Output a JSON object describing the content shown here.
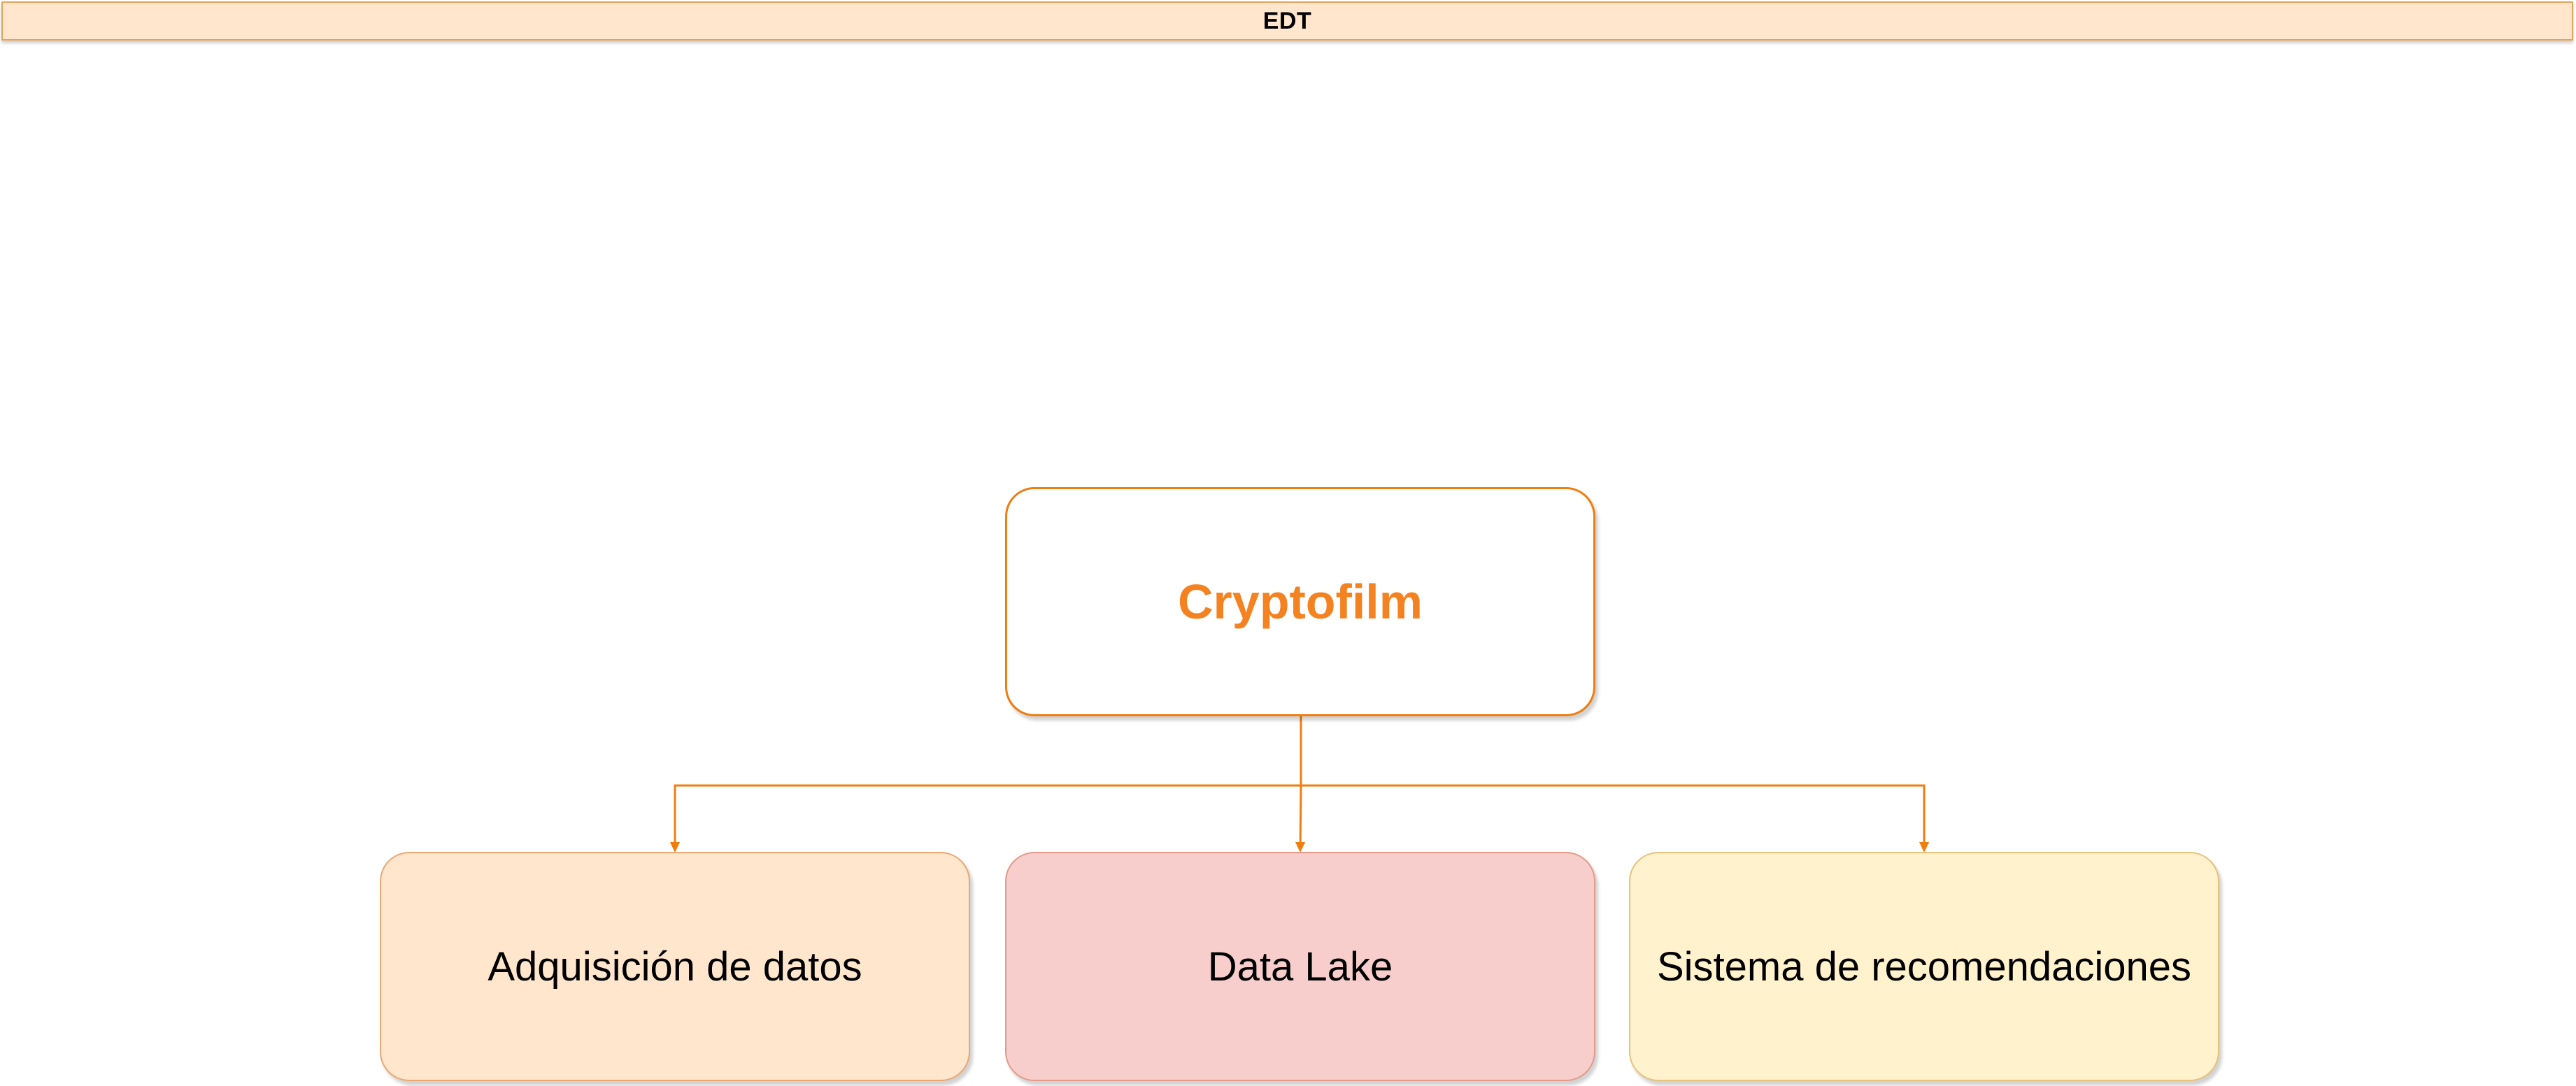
{
  "header": {
    "title": "EDT"
  },
  "diagram": {
    "root": {
      "label": "Cryptofilm"
    },
    "children": [
      {
        "label": "Adquisición de datos"
      },
      {
        "label": "Data Lake"
      },
      {
        "label": "Sistema de recomendaciones"
      }
    ]
  },
  "colors": {
    "header_fill": "#ffe6cc",
    "accent_orange": "#f58220",
    "connector": "#f07d0e",
    "child_1_fill": "#ffe6cc",
    "child_2_fill": "#f8cecc",
    "child_3_fill": "#fff2cc"
  }
}
